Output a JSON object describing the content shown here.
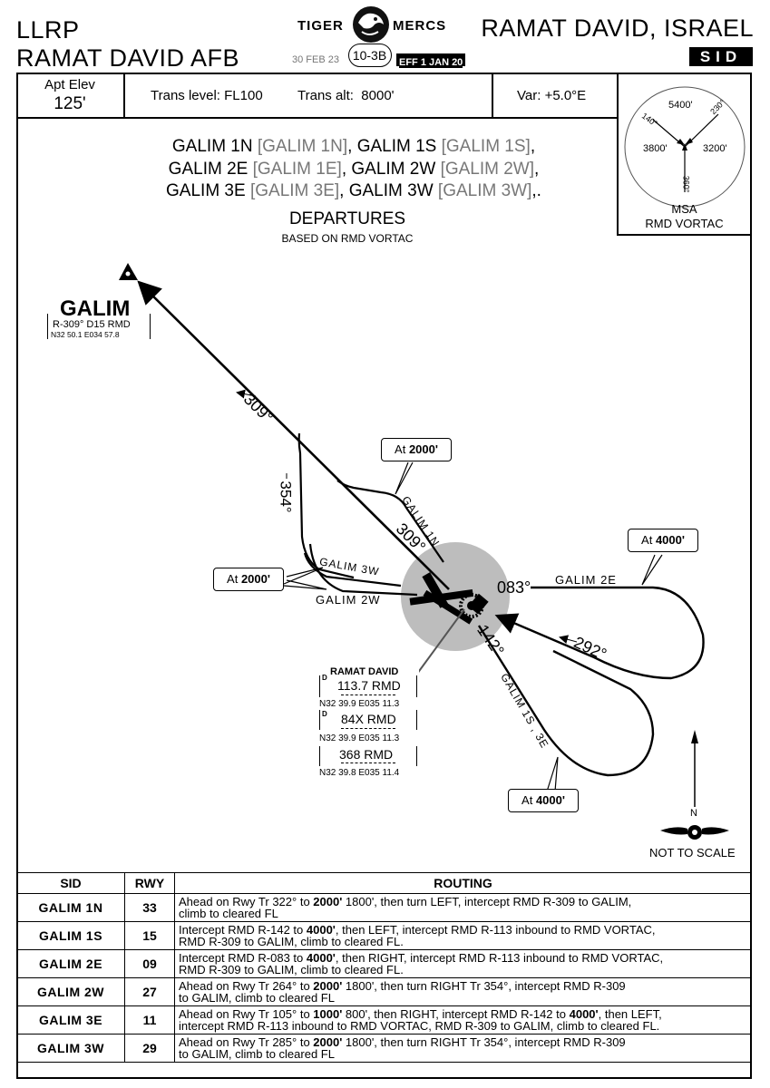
{
  "header": {
    "icao": "LLRP",
    "airport_name": "RAMAT DAVID AFB",
    "location": "RAMAT DAVID, ISRAEL",
    "brand_left": "TIGER",
    "brand_right": "MERCS",
    "date": "30 FEB 23",
    "page": "10-3B",
    "effective": "EFF 1 JAN 20",
    "chart_type": "SID"
  },
  "info_bar": {
    "apt_elev_label": "Apt Elev",
    "apt_elev_value": "125'",
    "trans_level": "Trans level: FL100",
    "trans_alt": "Trans alt:  8000'",
    "var": "Var: +5.0°E"
  },
  "msa": {
    "north_alt": "5400'",
    "west_alt": "3800'",
    "east_alt": "3200'",
    "bearing_nw": "140°",
    "bearing_ne": "230°",
    "bearing_s": "360°",
    "label": "MSA",
    "station": "RMD VORTAC"
  },
  "title": {
    "line1_a": "GALIM 1N",
    "line1_b": "[GALIM 1N]",
    "line1_c": "GALIM 1S",
    "line1_d": "[GALIM 1S]",
    "line2_a": "GALIM 2E",
    "line2_b": "[GALIM 1E]",
    "line2_c": "GALIM 2W",
    "line2_d": "[GALIM 2W]",
    "line3_a": "GALIM 3E",
    "line3_b": "[GALIM 3E]",
    "line3_c": "GALIM 3W",
    "line3_d": "[GALIM 3W]",
    "subtitle": "DEPARTURES",
    "based_on": "BASED ON RMD VORTAC"
  },
  "map": {
    "galim": {
      "name": "GALIM",
      "radial": "R-309° D15 RMD",
      "coords": "N32 50.1  E034 57.8"
    },
    "navaid_box": {
      "name": "RAMAT DAVID",
      "vor_freq": "113.7 RMD",
      "vor_coords": "N32 39.9  E035 11.3",
      "tacan": "84X RMD",
      "tacan_coords": "N32 39.9  E035 11.3",
      "ndb": "368 RMD",
      "ndb_coords": "N32 39.8  E035 11.4",
      "d_mark": "D"
    },
    "labels": {
      "c309_upper": "309°",
      "c354": "354°",
      "c309_near": "309°",
      "c083": "083°",
      "c142": "142°",
      "c292": "292°",
      "galim_1n": "GALIM 1N",
      "galim_2e": "GALIM 2E",
      "galim_3w": "GALIM 3W",
      "galim_2w": "GALIM 2W",
      "galim_1s_3e": "GALIM 1S , 3E"
    },
    "callouts": {
      "at2000_a_pre": "At ",
      "at2000_a_val": "2000'",
      "at2000_b_pre": "At ",
      "at2000_b_val": "2000'",
      "at4000_a_pre": "At ",
      "at4000_a_val": "4000'",
      "at4000_b_pre": "At ",
      "at4000_b_val": "4000'"
    },
    "not_to_scale": "NOT TO SCALE",
    "north": "N"
  },
  "routing": {
    "headers": {
      "sid": "SID",
      "rwy": "RWY",
      "routing": "ROUTING"
    },
    "rows": [
      {
        "sid": "GALIM  1N",
        "rwy": "33",
        "l1_a": "Ahead on Rwy Tr 322° to ",
        "l1_b": "2000'",
        "l1_c": " 1800', then turn LEFT, intercept RMD R-309 to GALIM,",
        "l2": "climb to cleared FL"
      },
      {
        "sid": "GALIM  1S",
        "rwy": "15",
        "l1_a": "Intercept RMD R-142 to ",
        "l1_b": "4000'",
        "l1_c": ", then LEFT, intercept RMD R-113 inbound to RMD VORTAC,",
        "l2": "RMD R-309 to GALIM, climb to cleared FL."
      },
      {
        "sid": "GALIM  2E",
        "rwy": "09",
        "l1_a": "Intercept RMD R-083 to ",
        "l1_b": "4000'",
        "l1_c": ", then RIGHT, intercept RMD R-113 inbound to RMD VORTAC,",
        "l2": "RMD R-309 to GALIM, climb to cleared FL."
      },
      {
        "sid": "GALIM  2W",
        "rwy": "27",
        "l1_a": "Ahead on Rwy Tr 264° to ",
        "l1_b": "2000'",
        "l1_c": " 1800', then turn RIGHT Tr 354°, intercept RMD R-309",
        "l2": "to GALIM, climb to cleared FL"
      },
      {
        "sid": "GALIM  3E",
        "rwy": "11",
        "l1_a": "Ahead on Rwy Tr 105° to ",
        "l1_b": "1000'",
        "l1_c": " 800', then RIGHT, intercept RMD R-142 to ",
        "l1_d": "4000'",
        "l1_e": ", then LEFT,",
        "l2": "intercept RMD R-113 inbound to RMD VORTAC, RMD R-309 to GALIM, climb to cleared FL."
      },
      {
        "sid": "GALIM  3W",
        "rwy": "29",
        "l1_a": "Ahead on Rwy Tr 285° to ",
        "l1_b": "2000'",
        "l1_c": " 1800', then turn RIGHT Tr 354°, intercept RMD R-309",
        "l2": "to GALIM, climb to cleared FL"
      }
    ]
  }
}
